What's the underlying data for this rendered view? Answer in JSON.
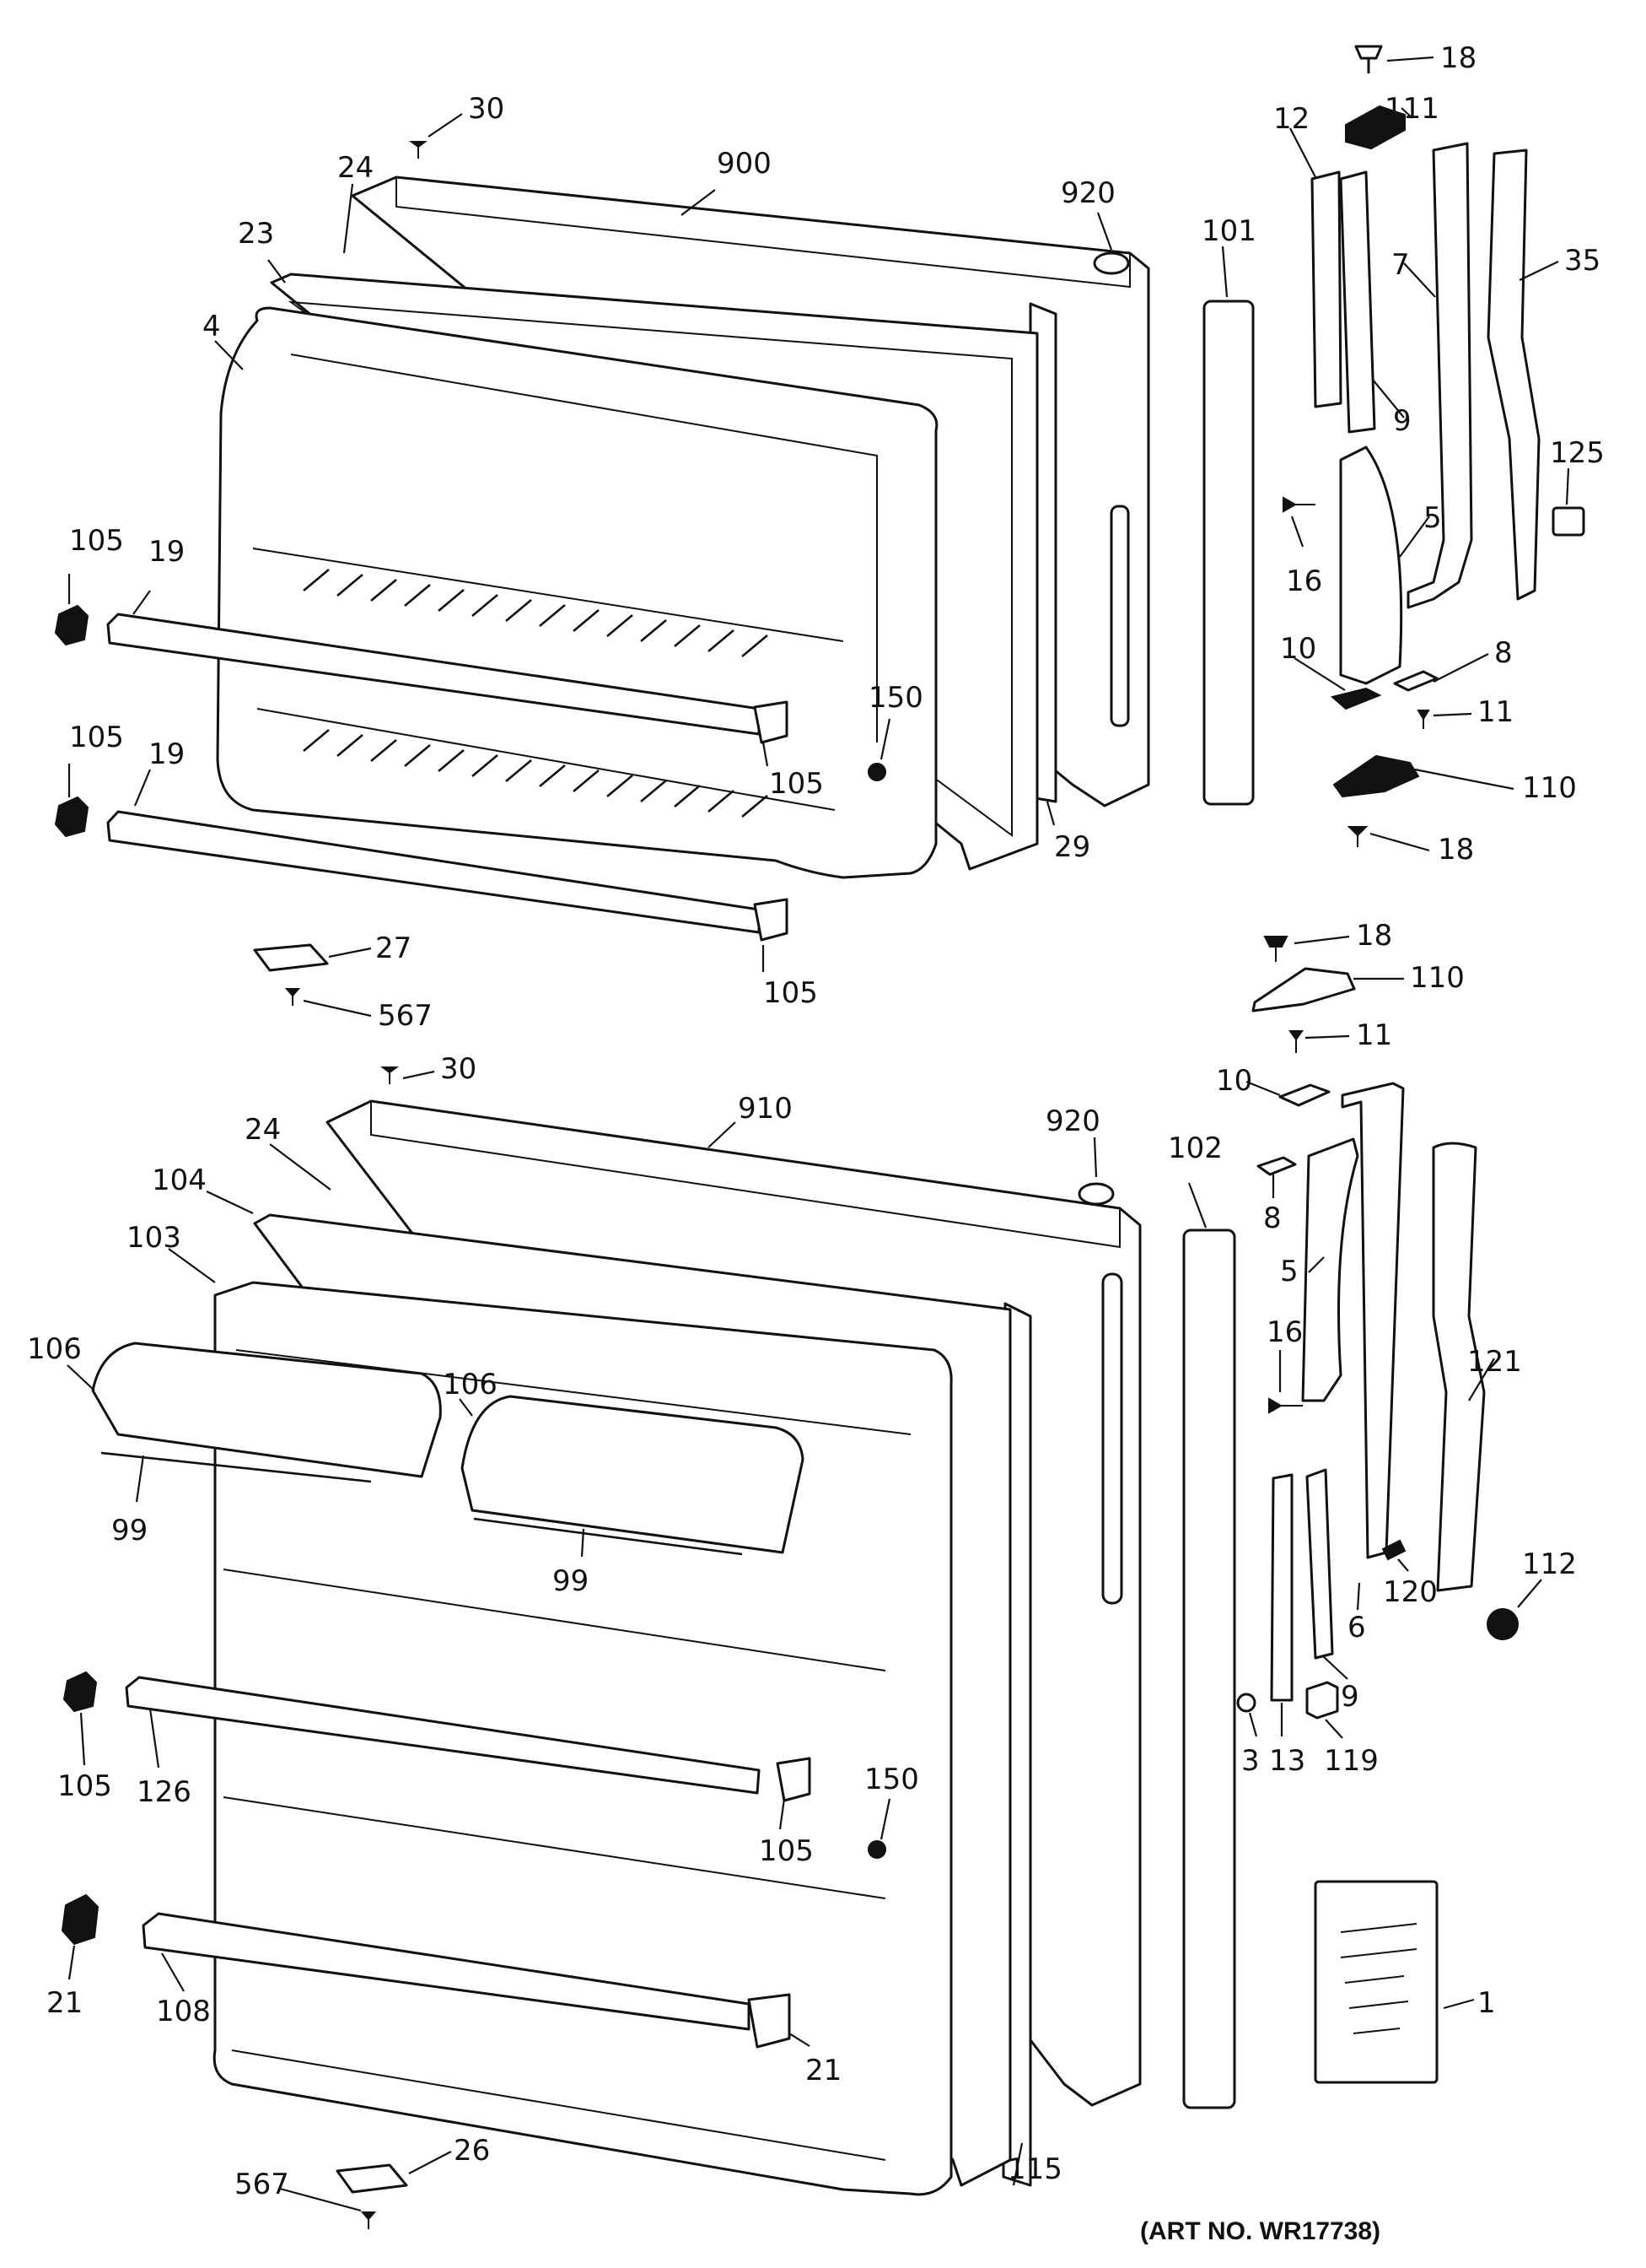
{
  "callouts": {
    "c18a": "18",
    "c111": "111",
    "c30a": "30",
    "c12": "12",
    "c24a": "24",
    "c900": "900",
    "c920a": "920",
    "c101": "101",
    "c7": "7",
    "c35": "35",
    "c23": "23",
    "c4": "4",
    "c9a": "9",
    "c125": "125",
    "c105a": "105",
    "c19a": "19",
    "c16a": "16",
    "c5a": "5",
    "c10a": "10",
    "c8a": "8",
    "c11a": "11",
    "c150a": "150",
    "c105b": "105",
    "c105c": "105",
    "c19b": "19",
    "c110a": "110",
    "c29": "29",
    "c18b": "18",
    "c27": "27",
    "c105d": "105",
    "c567a": "567",
    "c18c": "18",
    "c110b": "110",
    "c11b": "11",
    "c30b": "30",
    "c910": "910",
    "c10b": "10",
    "c920b": "920",
    "c102": "102",
    "c24b": "24",
    "c104": "104",
    "c8b": "8",
    "c103": "103",
    "c5b": "5",
    "c106a": "106",
    "c106b": "106",
    "c121": "121",
    "c16b": "16",
    "c99a": "99",
    "c99b": "99",
    "c120": "120",
    "c6": "6",
    "c112": "112",
    "c9b": "9",
    "c3": "3",
    "c13": "13",
    "c119": "119",
    "c105e": "105",
    "c126": "126",
    "c150b": "150",
    "c105f": "105",
    "c1": "1",
    "c21a": "21",
    "c108": "108",
    "c21b": "21",
    "c26": "26",
    "c567b": "567",
    "c115": "115"
  },
  "art_number": "(ART NO. WR17738)"
}
